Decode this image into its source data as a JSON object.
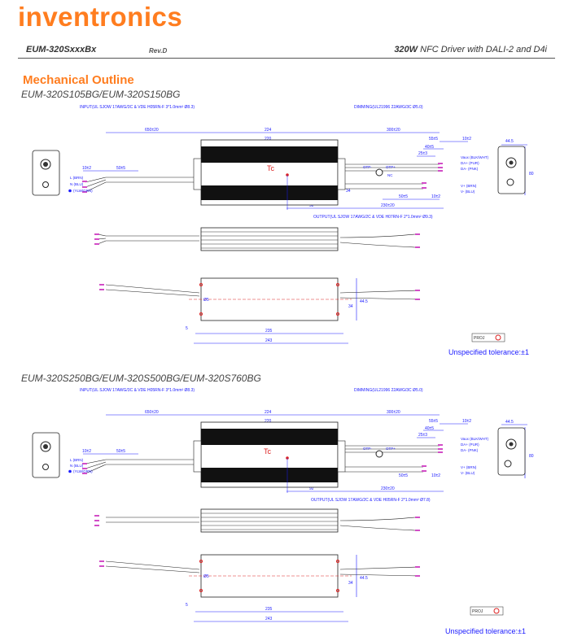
{
  "header": {
    "brand": "inventronics",
    "model_family": "EUM-320SxxxBx",
    "rev": "Rev.D",
    "product_prefix": "320W",
    "product_desc": "NFC Driver with DALI-2 and D4i"
  },
  "section_title": "Mechanical Outline",
  "drawings": [
    {
      "models": "EUM-320S105BG/EUM-320S150BG",
      "input_note": "INPUT(UL SJOW 17AWG/3C & VDE H05RN-F 3*1.0mm² Ø8.3)",
      "dimming_note": "DIMMING(UL21996 22AWG/3C Ø5.0)",
      "output_note": "OUTPUT(UL SJOW 17AWG/2C & VDE H07RN-F 2*1.0mm² Ø9.3)",
      "tolerance": "Unspecified tolerance:±1"
    },
    {
      "models": "EUM-320S250BG/EUM-320S500BG/EUM-320S760BG",
      "input_note": "INPUT(UL SJOW 17AWG/3C & VDE H05RN-F 3*1.0mm² Ø8.3)",
      "dimming_note": "DIMMING(UL21996 22AWG/3C Ø5.0)",
      "output_note": "OUTPUT(UL SJOW 17AWG/2C & VDE H05RN-F 2*1.0mm² Ø7.8)",
      "tolerance": "Unspecified tolerance:±1"
    }
  ],
  "dims": {
    "lead_left": "650±20",
    "body_len": "224",
    "inner_len": "220",
    "lead_right": "300±20",
    "strip": "10±2",
    "strip2": "50±5",
    "dim55": "55±5",
    "dim40": "40±5",
    "dim25": "25±3",
    "tc": "Tc",
    "d92": "92",
    "d230": "230±20",
    "d34": "34",
    "d445": "44.5",
    "d80": "80",
    "d235": "235",
    "d243": "243",
    "d5": "5",
    "phi5": "Ø5",
    "d445b": "44.5",
    "d34b": "34"
  },
  "wires": {
    "l": "L (BRN)",
    "n": "N (BLU)",
    "gnd": "(YLW/GRN)",
    "vaux": "Vaux (BLK/WHT)",
    "dap": "DA+ (PUR)",
    "dan": "DA- (PNK)",
    "vp": "V+ (BRN)",
    "vn": "V- (BLU)",
    "otp": "OTP-",
    "otp2": "OTP+",
    "nc": "NC"
  },
  "proj_label": "PROJ"
}
